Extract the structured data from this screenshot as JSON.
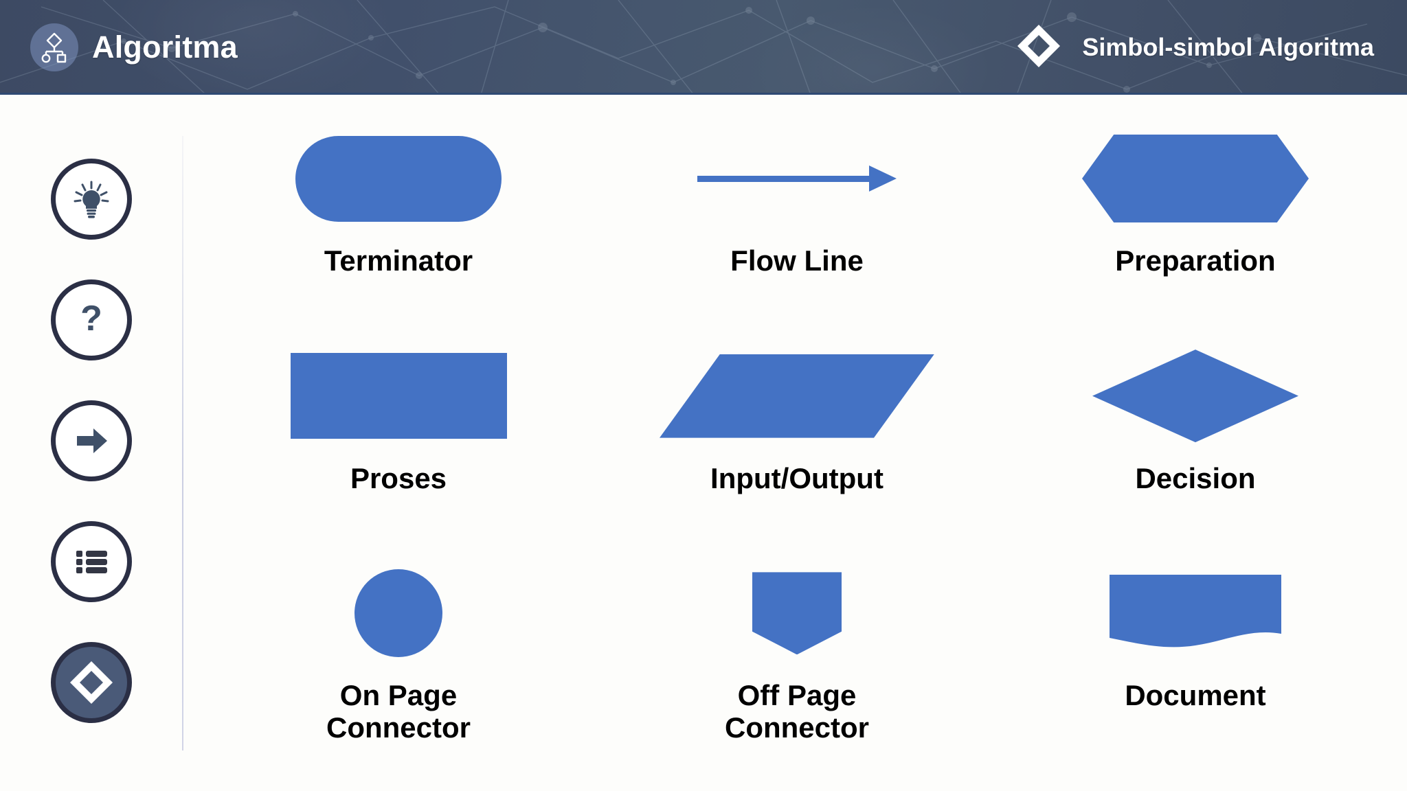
{
  "header": {
    "brand_title": "Algoritma",
    "brand_logo_icon": "flowchart-logo-icon",
    "right_title": "Simbol-simbol Algoritma",
    "right_icon": "diamond-outline-icon",
    "background_color": "#41506b",
    "text_color": "#ffffff",
    "accent_border_color": "#2f4a73"
  },
  "sidebar": {
    "items": [
      {
        "icon": "lightbulb-icon",
        "active": false
      },
      {
        "icon": "question-mark-icon",
        "active": false
      },
      {
        "icon": "arrow-right-icon",
        "active": false
      },
      {
        "icon": "bulleted-list-icon",
        "active": false
      },
      {
        "icon": "diamond-outline-icon",
        "active": true
      }
    ],
    "icon_color": "#3f5068",
    "ring_color": "#2b2f45",
    "active_fill_color": "#4a5a78"
  },
  "main": {
    "shape_color": "#4472c4",
    "label_color": "#000000",
    "symbols": [
      {
        "label": "Terminator",
        "shape": "stadium",
        "icon": "terminator-shape"
      },
      {
        "label": "Flow Line",
        "shape": "arrow-line",
        "icon": "flow-line-shape"
      },
      {
        "label": "Preparation",
        "shape": "hexagon",
        "icon": "preparation-shape"
      },
      {
        "label": "Proses",
        "shape": "rectangle",
        "icon": "process-shape"
      },
      {
        "label": "Input/Output",
        "shape": "parallelogram",
        "icon": "input-output-shape"
      },
      {
        "label": "Decision",
        "shape": "diamond",
        "icon": "decision-shape"
      },
      {
        "label": "On Page\nConnector",
        "shape": "circle",
        "icon": "on-page-connector-shape"
      },
      {
        "label": "Off Page\nConnector",
        "shape": "pentagon",
        "icon": "off-page-connector-shape"
      },
      {
        "label": "Document",
        "shape": "wavy-rectangle",
        "icon": "document-shape"
      }
    ]
  }
}
